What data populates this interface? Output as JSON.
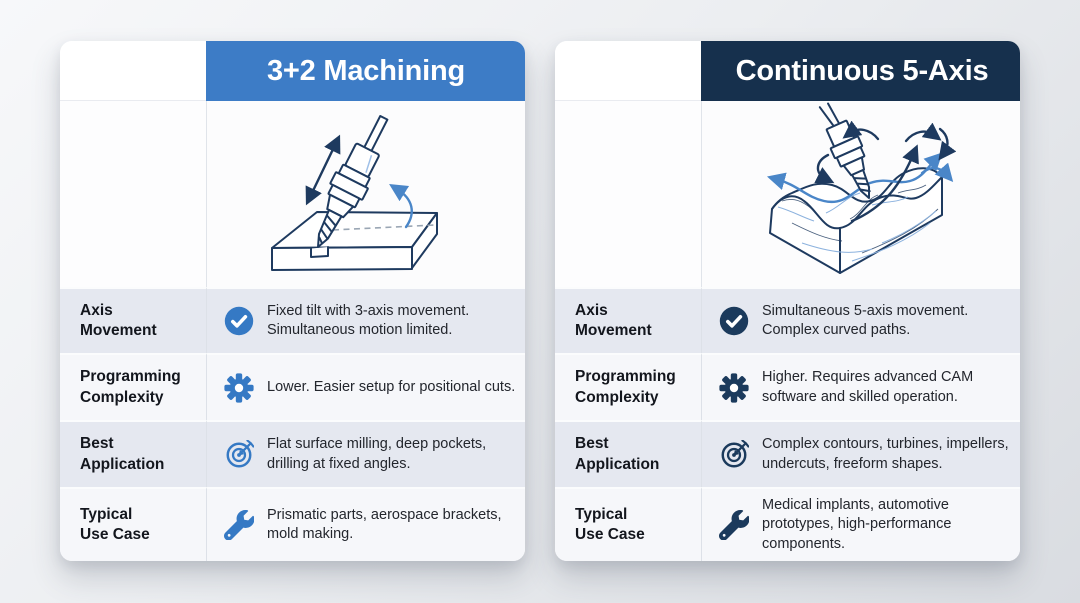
{
  "colors": {
    "blue-header": "#3d7cc6",
    "blue-accent": "#3579c4",
    "navy-header": "#16304d",
    "navy-accent": "#1b3a5c",
    "row-alt": "#e5e8f0",
    "row-light": "#f6f7fa",
    "card-bg": "#fdfdfe",
    "label-text": "#13161d",
    "body-text": "#23262d",
    "line-navy": "#1e3a5f",
    "line-blue": "#4a86c8",
    "contour-blue": "#8cb2de"
  },
  "cards": [
    {
      "title": "3+2 Machining",
      "illustration": "tilted-spindle-cutting-flat-block-with-tilt-and-rotation-arrows",
      "rows": [
        {
          "label": "Axis\nMovement",
          "icon": "check-circle-icon",
          "text": "Fixed tilt with 3-axis movement. Simultaneous motion limited."
        },
        {
          "label": "Programming\nComplexity",
          "icon": "gear-icon",
          "text": "Lower. Easier setup for positional cuts."
        },
        {
          "label": "Best\nApplication",
          "icon": "target-icon",
          "text": "Flat surface milling, deep pockets, drilling at fixed angles."
        },
        {
          "label": "Typical\nUse Case",
          "icon": "wrench-icon",
          "text": "Prismatic parts, aerospace brackets, mold making."
        }
      ]
    },
    {
      "title": "Continuous 5-Axis",
      "illustration": "spindle-on-freeform-wavy-surface-with-multi-axis-arrows",
      "rows": [
        {
          "label": "Axis\nMovement",
          "icon": "check-circle-icon",
          "text": "Simultaneous 5-axis movement. Complex curved paths."
        },
        {
          "label": "Programming\nComplexity",
          "icon": "gear-icon",
          "text": "Higher. Requires advanced CAM software and skilled operation."
        },
        {
          "label": "Best\nApplication",
          "icon": "target-icon",
          "text": "Complex contours, turbines, impellers, undercuts, freeform shapes."
        },
        {
          "label": "Typical\nUse Case",
          "icon": "wrench-icon",
          "text": "Medical implants, automotive prototypes, high-performance components."
        }
      ]
    }
  ]
}
